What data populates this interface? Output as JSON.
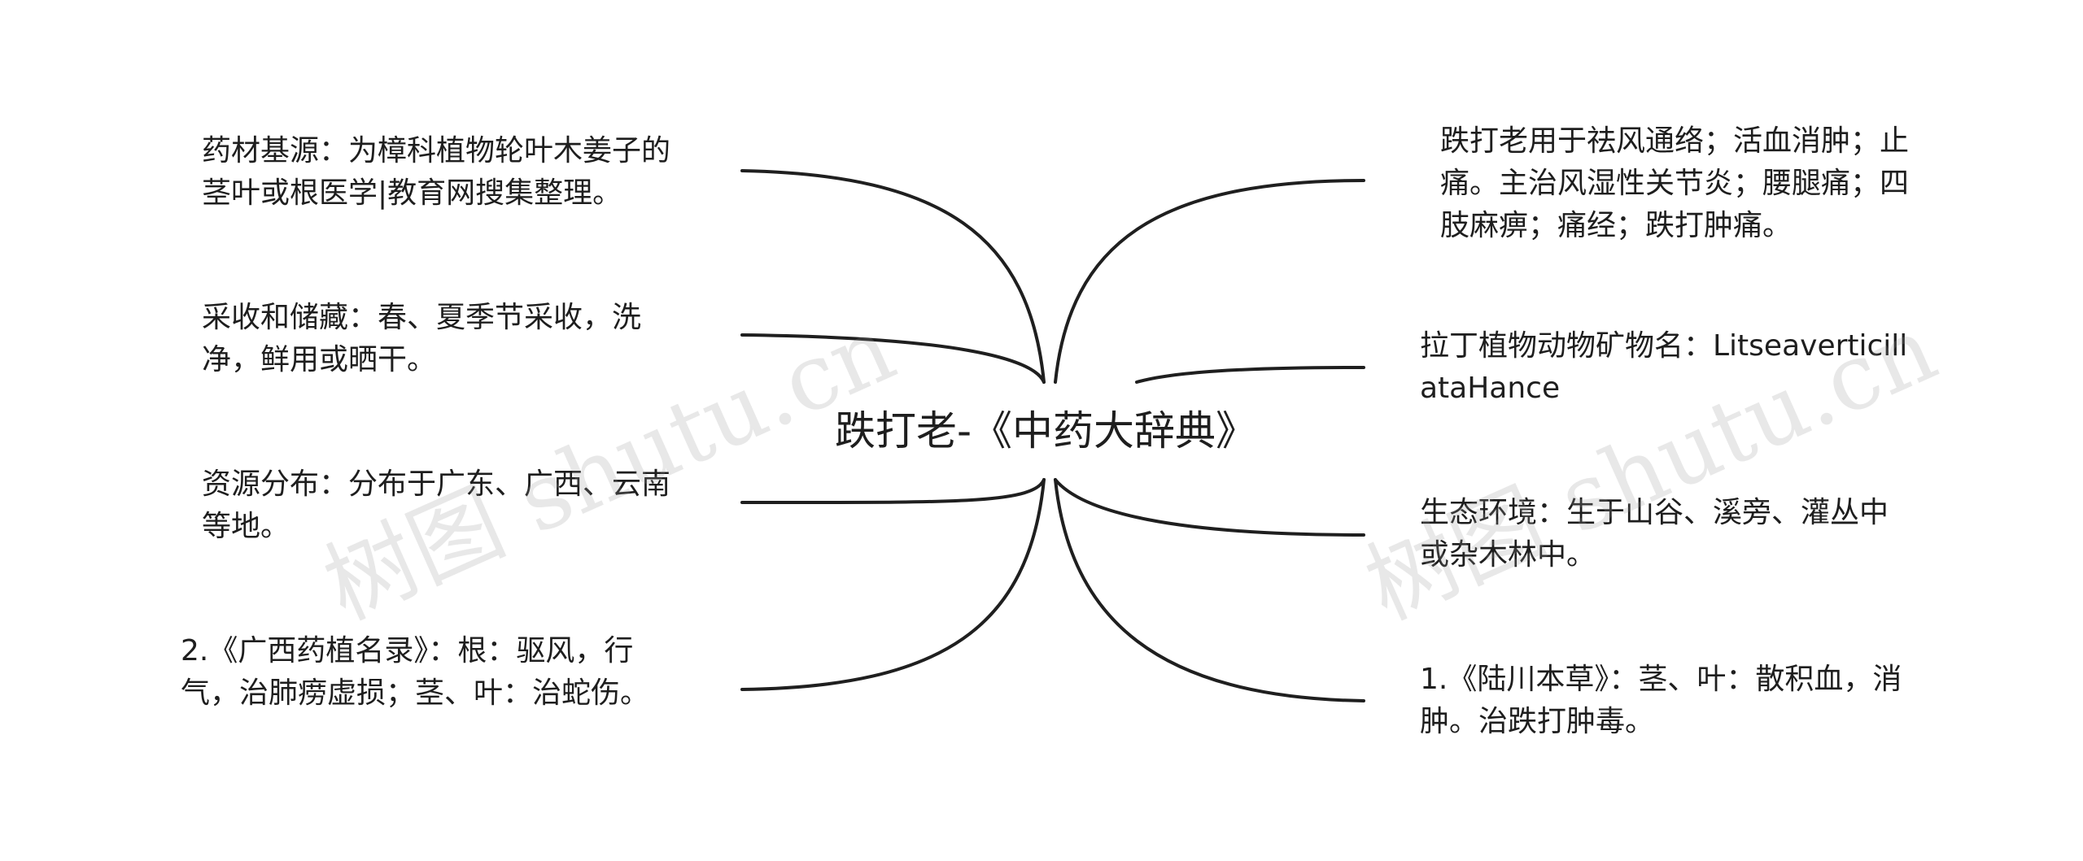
{
  "mindmap": {
    "center": "跌打老-《中药大辞典》",
    "left_nodes": [
      {
        "text": "药材基源：为樟科植物轮叶木姜子的茎叶或根医学|教育网搜集整理。"
      },
      {
        "text": "采收和储藏：春、夏季节采收，洗净，鲜用或晒干。"
      },
      {
        "text": "资源分布：分布于广东、广西、云南等地。"
      },
      {
        "text": "2.《广西药植名录》：根：驱风，行气，治肺痨虚损；茎、叶：治蛇伤。"
      }
    ],
    "right_nodes": [
      {
        "text": "跌打老用于祛风通络；活血消肿；止痛。主治风湿性关节炎；腰腿痛；四肢麻痹；痛经；跌打肿痛。"
      },
      {
        "text": "拉丁植物动物矿物名：LitseaverticillataHance"
      },
      {
        "text": "生态环境：生于山谷、溪旁、灌丛中或杂木林中。"
      },
      {
        "text": "1.《陆川本草》：茎、叶：散积血，消肿。治跌打肿毒。"
      }
    ]
  },
  "watermarks": [
    "树图 shutu.cn",
    "树图 shutu.cn"
  ],
  "colors": {
    "line": "#1f1f1f",
    "text": "#1e1e1e",
    "watermark": "#969696"
  }
}
